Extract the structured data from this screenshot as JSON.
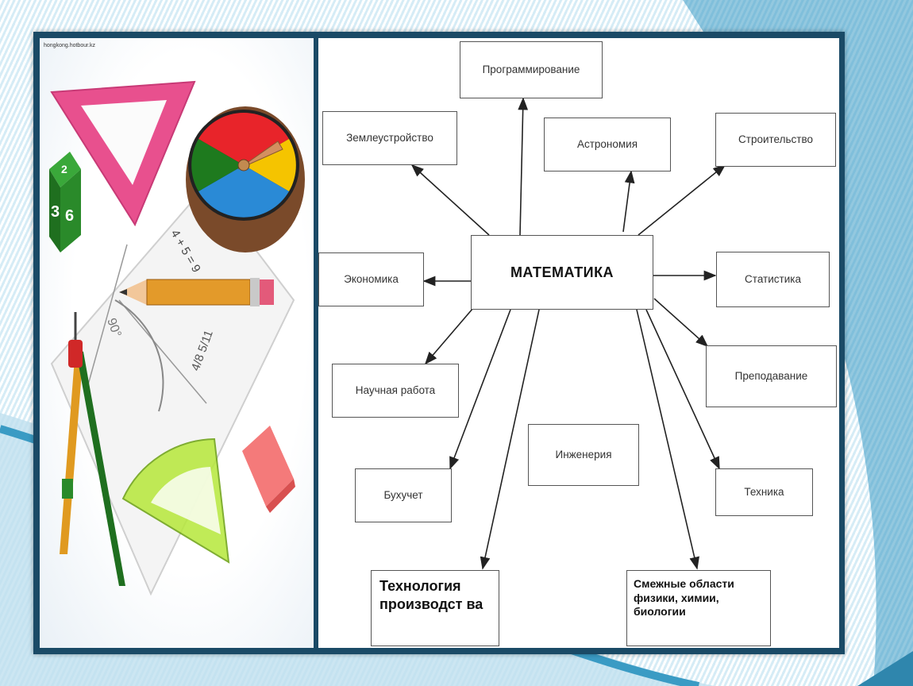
{
  "watermark": "hongkong.hotbour.kz",
  "colors": {
    "frame": "#1a4a66",
    "accent": "#3a9bc4",
    "box_border": "#555555"
  },
  "icons": [
    "set-square-icon",
    "dice-icon",
    "color-wheel-icon",
    "pencil-icon",
    "compass-icon",
    "protractor-icon",
    "eraser-icon",
    "paper-sheet-icon"
  ],
  "math_sheet": {
    "equation": "4 + 5 = 9",
    "angle": "90°"
  },
  "dice": {
    "faces": [
      "3",
      "2",
      "6"
    ]
  },
  "diagram": {
    "center": "МАТЕМАТИКА",
    "nodes": {
      "programming": "Программирование",
      "land": "Землеустройство",
      "astronomy": "Астрономия",
      "construction": "Строительство",
      "economy": "Экономика",
      "statistics": "Статистика",
      "science": "Научная работа",
      "teaching": "Преподавание",
      "engineering": "Инженерия",
      "accounting": "Бухучет",
      "technique": "Техника",
      "tech_production": "Технология производст ва",
      "related": "Смежные области физики, химии, биологии"
    }
  }
}
